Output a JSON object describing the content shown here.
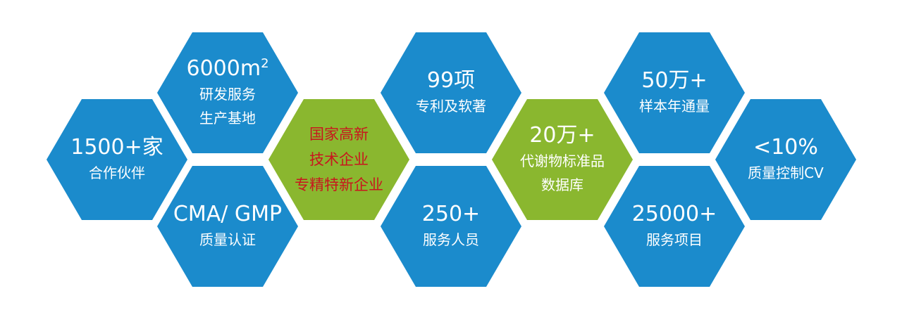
{
  "colors": {
    "blue": "#1b8bcc",
    "green": "#8ab72f",
    "white_text": "#ffffff",
    "red_text": "#c8161e"
  },
  "hexes": {
    "cooperation": {
      "value": "1500+家",
      "lines": [
        "合作伙伴"
      ]
    },
    "rd_area": {
      "value": "6000m",
      "value_sup": "2",
      "lines": [
        "研发服务",
        "生产基地"
      ]
    },
    "cma_gmp": {
      "value": "CMA/ GMP",
      "lines": [
        "质量认证"
      ]
    },
    "high_tech": {
      "value": "",
      "lines": [
        "国家高新",
        "技术企业",
        "专精特新企业"
      ]
    },
    "patents": {
      "value": "99项",
      "lines": [
        "专利及软著"
      ]
    },
    "staff": {
      "value": "250+",
      "lines": [
        "服务人员"
      ]
    },
    "metabolite_db": {
      "value": "20万+",
      "lines": [
        "代谢物标准品",
        "数据库"
      ]
    },
    "samples": {
      "value": "50万+",
      "lines": [
        "样本年通量"
      ]
    },
    "projects": {
      "value": "25000+",
      "lines": [
        "服务项目"
      ]
    },
    "qc_cv": {
      "value": "<10%",
      "lines": [
        "质量控制CV"
      ]
    }
  }
}
